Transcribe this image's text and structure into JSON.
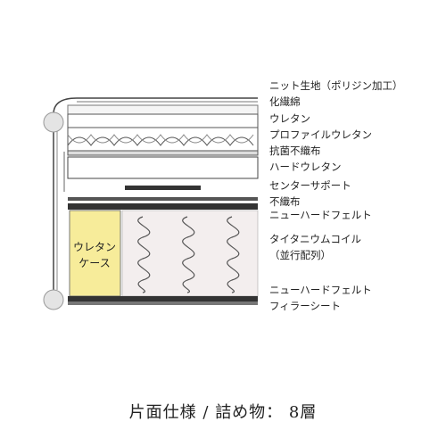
{
  "layer_labels": [
    "ニット生地（ポリジン加工）",
    "化繊綿",
    "ウレタン",
    "プロファイルウレタン",
    "抗菌不織布",
    "ハードウレタン",
    "センターサポート",
    "不織布",
    "ニューハードフェルト",
    "タイタニウムコイル",
    "（並行配列）",
    "ニューハードフェルト",
    "フィラーシート"
  ],
  "urethane_case": {
    "line1": "ウレタン",
    "line2": "ケース"
  },
  "caption": "片面仕様 / 詰め物： 8層",
  "colors": {
    "urethane_case": "#f7ec9a",
    "coil_area": "#f3eeee",
    "dark_layer": "#333333"
  }
}
